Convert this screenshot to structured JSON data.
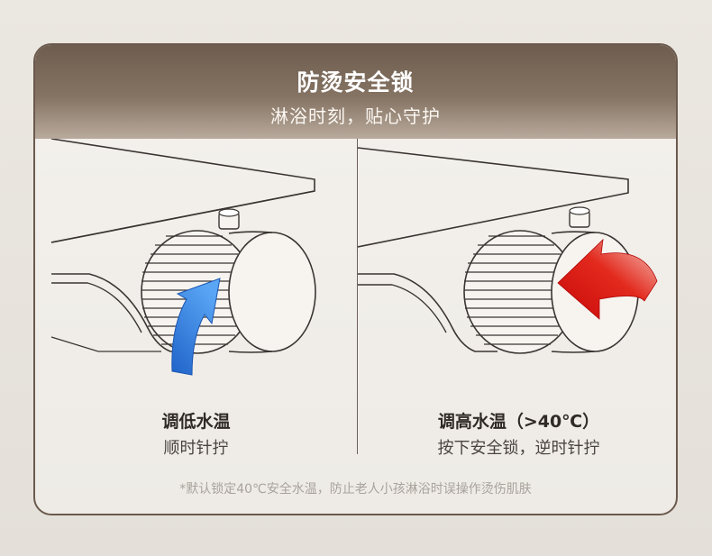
{
  "header": {
    "title": "防烫安全锁",
    "subtitle": "淋浴时刻，贴心守护"
  },
  "panels": [
    {
      "title": "调低水温",
      "subtitle": "顺时针拧",
      "arrow_icon": "curved-up-arrow-icon",
      "arrow_color": "#2f7fe0"
    },
    {
      "title": "调高水温（>40℃）",
      "subtitle": "按下安全锁，逆时针拧",
      "arrow_icon": "curved-left-arrow-icon",
      "arrow_color": "#e01010"
    }
  ],
  "footnote": "*默认锁定40℃安全水温，防止老人小孩淋浴时误操作烫伤肌肤",
  "colors": {
    "header_brown": "#6e5d4f",
    "border": "#6a5a4d"
  }
}
